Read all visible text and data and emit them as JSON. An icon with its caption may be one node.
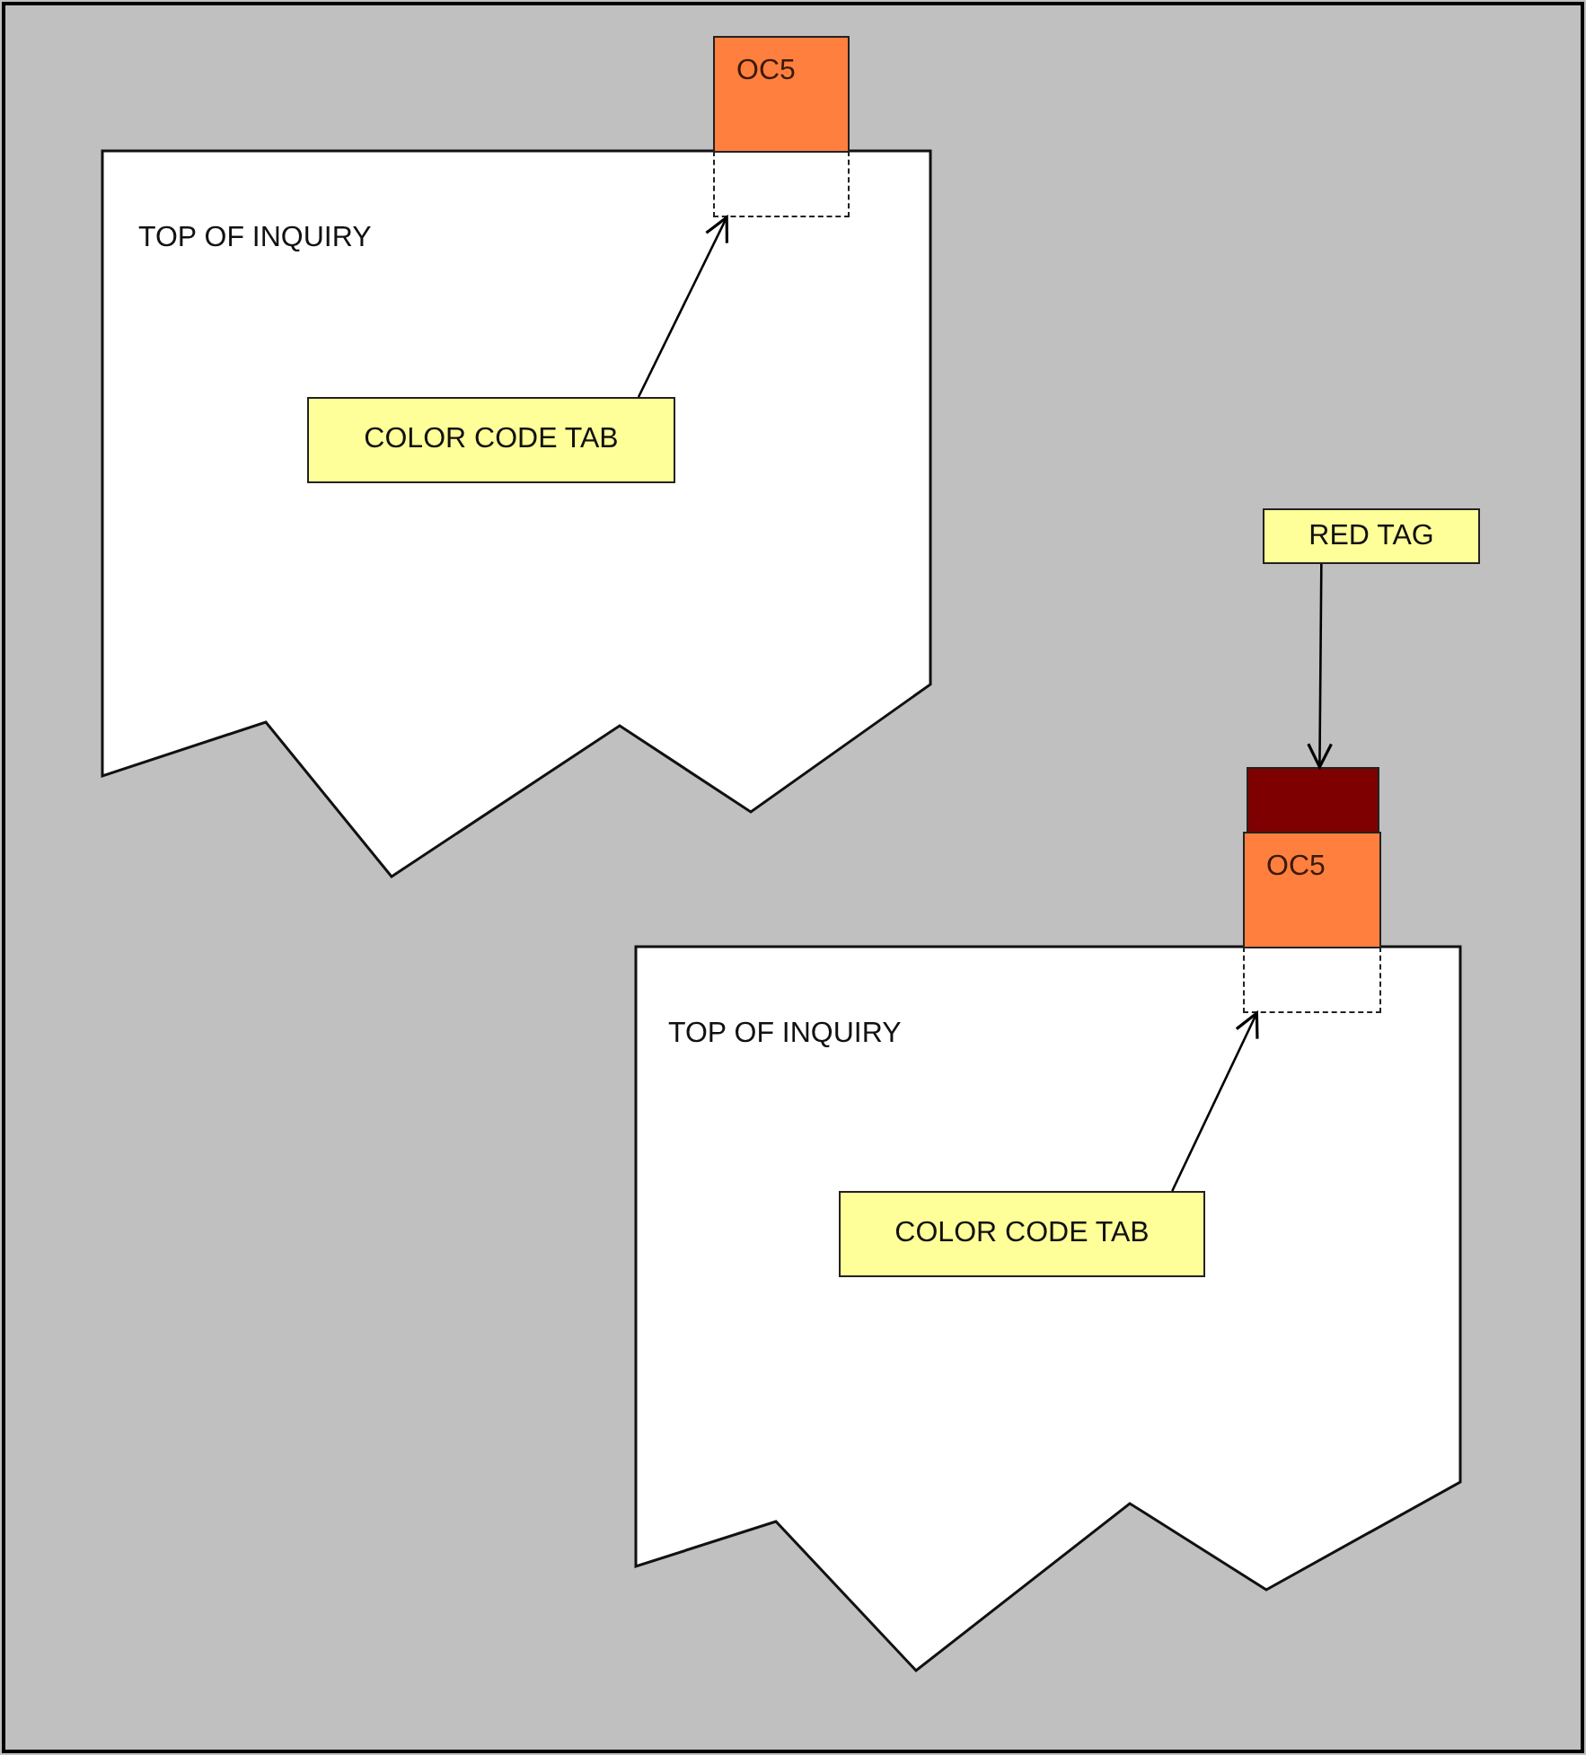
{
  "diagram": {
    "nodes": [
      {
        "text": [
          "TOP OF INQUIRY"
        ]
      },
      {
        "text": [
          "OC5"
        ]
      },
      {
        "text": [],
        "shape": "box",
        "in": 0
      },
      {
        "text": [
          "COLOR CODE TAB"
        ],
        "in": 0
      },
      {
        "text": [
          "TOP OF INQUIRY"
        ]
      },
      {
        "text": [
          "RED TAG"
        ]
      },
      {
        "text": [],
        "shape": "box"
      },
      {
        "text": [
          "OC5"
        ]
      },
      {
        "text": [],
        "shape": "box",
        "in": 4
      },
      {
        "text": [
          "COLOR CODE TAB"
        ],
        "in": 4
      }
    ],
    "edges": [
      {
        "from": 3,
        "to": 2,
        "arrow": "to"
      },
      {
        "from": 5,
        "to": 6,
        "arrow": "to"
      },
      {
        "from": 9,
        "to": 8,
        "arrow": "to"
      }
    ]
  }
}
